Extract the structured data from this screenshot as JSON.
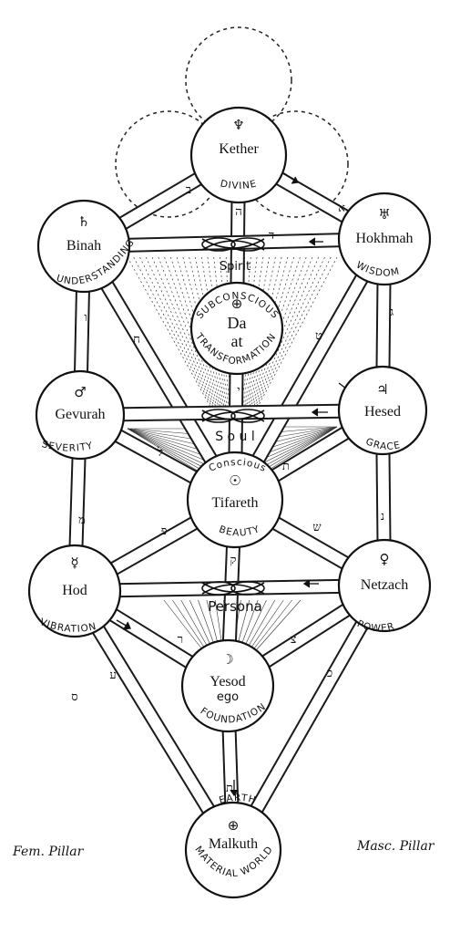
{
  "sephirot": [
    {
      "id": "kether",
      "name": "Kether",
      "symbol": "♆",
      "attr": "DIVINE"
    },
    {
      "id": "binah",
      "name": "Binah",
      "symbol": "♄",
      "attr": "UNDERSTANDING"
    },
    {
      "id": "hokhmah",
      "name": "Hokhmah",
      "symbol": "♅",
      "attr": "WISDOM"
    },
    {
      "id": "daat",
      "name": "Da at",
      "symbol": "⊕",
      "attr_top": "SUBCONSCIOUS",
      "attr": "TRANSFORMATION"
    },
    {
      "id": "gevurah",
      "name": "Gevurah",
      "symbol": "♂",
      "attr": "SEVERITY"
    },
    {
      "id": "hesed",
      "name": "Hesed",
      "symbol": "♃",
      "attr": "GRACE"
    },
    {
      "id": "tifareth",
      "name": "Tifareth",
      "symbol": "☉",
      "attr_top": "Conscious",
      "attr": "BEAUTY"
    },
    {
      "id": "hod",
      "name": "Hod",
      "symbol": "☿",
      "attr": "VIBRATION"
    },
    {
      "id": "netzach",
      "name": "Netzach",
      "symbol": "♀",
      "attr": "POWER"
    },
    {
      "id": "yesod",
      "name": "Yesod",
      "symbol": "☽",
      "sub": "ego",
      "attr": "FOUNDATION"
    },
    {
      "id": "malkuth",
      "name": "Malkuth",
      "symbol": "⊕",
      "attr_top": "EARTH",
      "attr": "MATERIAL WORLD"
    }
  ],
  "bridges": {
    "spirit": "Spirit",
    "soul": "S o u l",
    "persona": "Persona"
  },
  "pillars": {
    "left": "Fem. Pillar",
    "right": "Masc. Pillar"
  },
  "letters": [
    "ב",
    "א",
    "ד",
    "ה",
    "ו",
    "ג",
    "ח",
    "ט",
    "י",
    "ל",
    "ת",
    "מ",
    "נ",
    "פ",
    "ש",
    "ק",
    "ר",
    "צ",
    "ע",
    "כ",
    "ס",
    "ת"
  ]
}
